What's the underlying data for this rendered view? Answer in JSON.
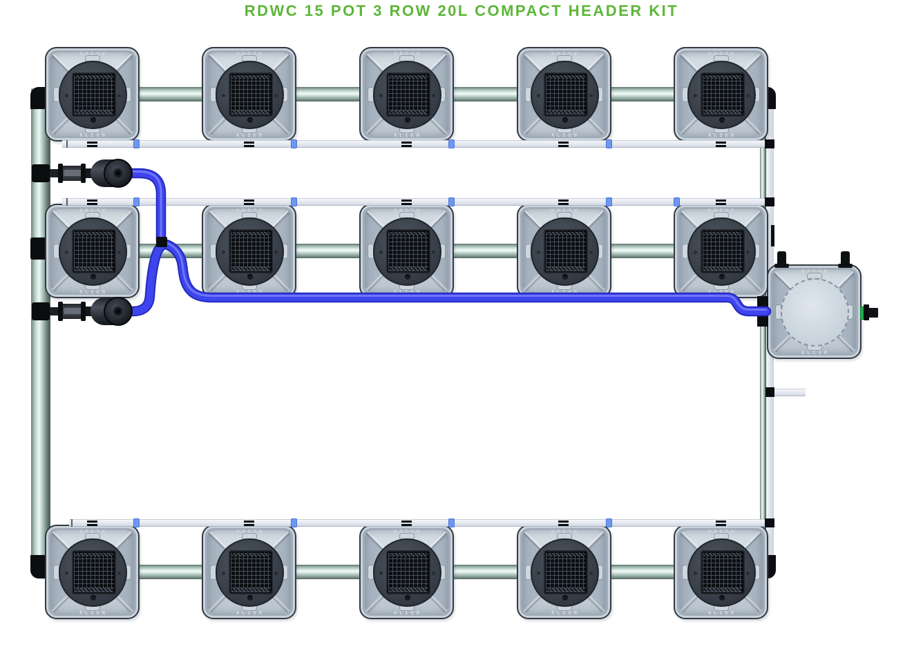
{
  "title": "RDWC 15 POT 3 ROW 20L COMPACT HEADER KIT",
  "brand_label": "ALIEN",
  "system": {
    "total_pots": 15,
    "rows": 3,
    "pots_per_row": 5,
    "pot_volume": "20L",
    "header_tanks": 1,
    "pumps": 2
  },
  "colors": {
    "title_green": "#5cb637",
    "tube_blue": "#3e45ee",
    "pipe_teal_highlight": "#eef8f4",
    "return_pipe_white": "#e8ebf1",
    "pot_body_gray": "#b7c3ce",
    "lid_dark": "#3a414b",
    "clip_blue": "#6e97f0",
    "fitting_green": "#1db14e"
  }
}
